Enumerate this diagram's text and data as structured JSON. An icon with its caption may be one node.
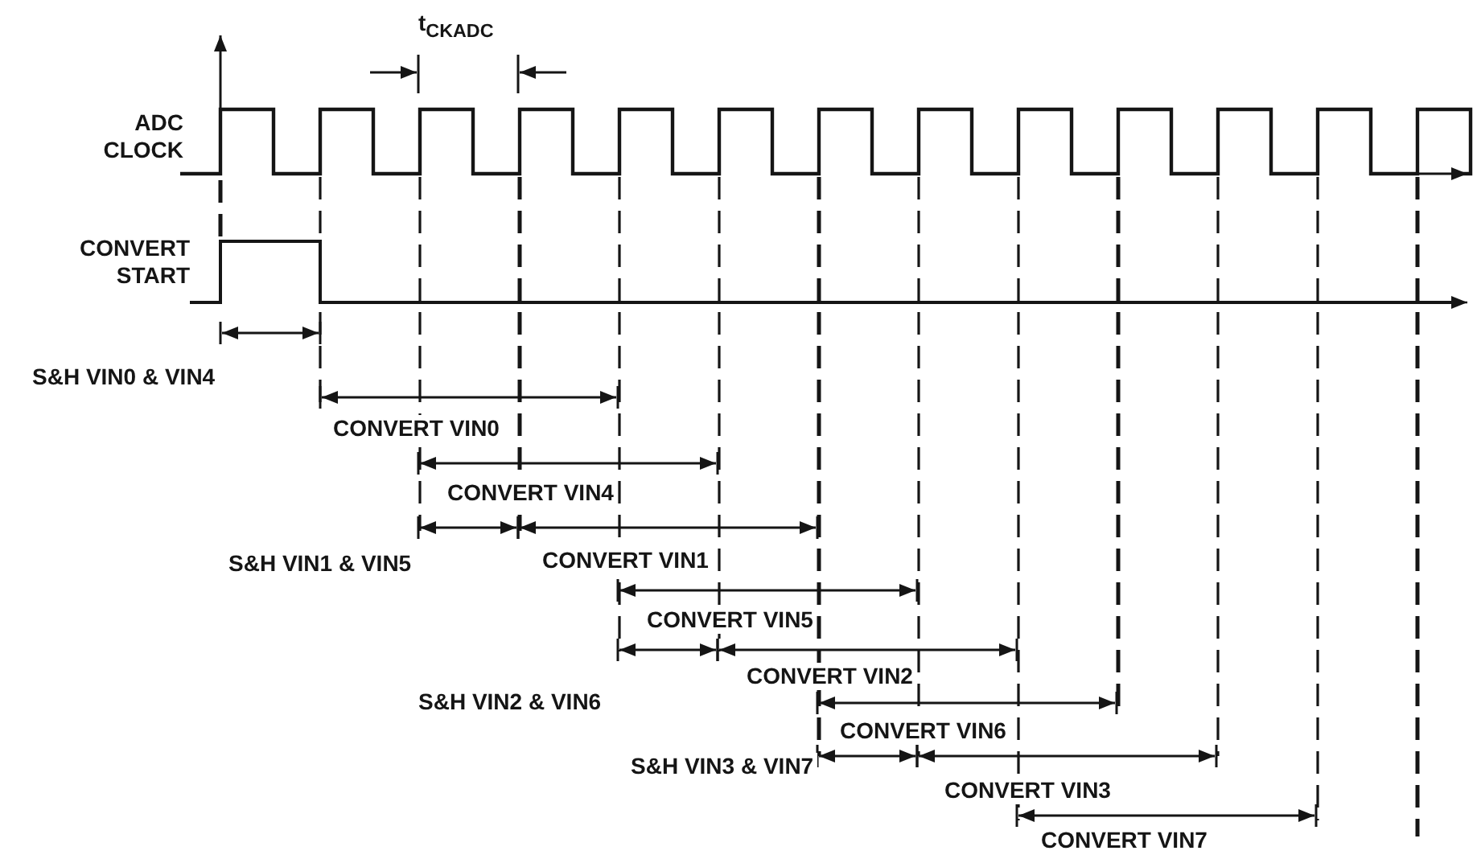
{
  "diagram": {
    "labels": [
      "t$_{CKADC}$",
      "ADC CLOCK",
      "CONVERT START",
      "S&H VIN0 & VIN4",
      "CONVERT VIN0",
      "CONVERT VIN4",
      "CONVERT VIN1",
      "S&H VIN1 & VIN5",
      "CONVERT VIN5",
      "CONVERT VIN2",
      "S&H VIN2 & VIN6",
      "CONVERT VIN6",
      "CONVERT VIN3",
      "S&H VIN3 & VIN7",
      "CONVERT VIN7"
    ]
  }
}
